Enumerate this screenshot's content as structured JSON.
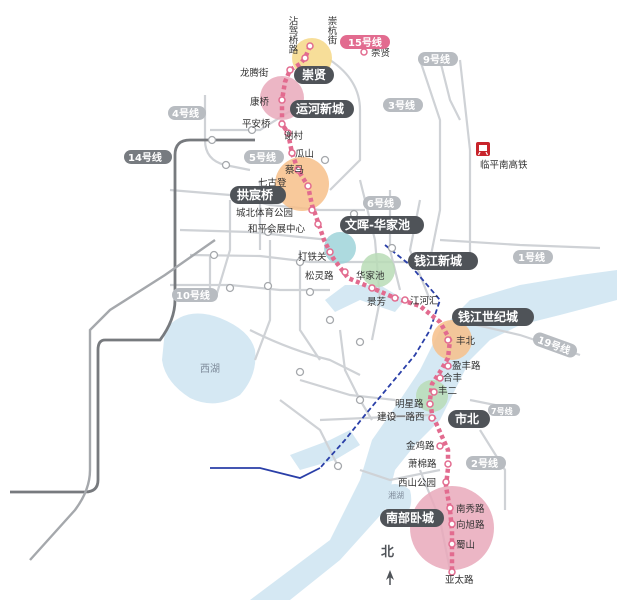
{
  "colors": {
    "line15": "#e26b8f",
    "district_bg": "#4f5358",
    "tag_gray": "#b8bcc1",
    "tag_dark": "#777b80",
    "gray_lines": "#cfd2d6",
    "line14": "#777a7e",
    "line6_blue": "#2a3fa8",
    "water": "#d5e8f3",
    "rail_icon": "#c8242b"
  },
  "icons": {
    "railway_station": "train-station-icon",
    "north_arrow": "north-arrow-icon"
  },
  "route_15": {
    "tag": "15号线",
    "stations": [
      "沾驾桥路",
      "崇杭街",
      "崇贤",
      "龙腾街",
      "康桥",
      "平安桥",
      "谢村",
      "瓜山",
      "蔡马",
      "七古登",
      "城北体育公园",
      "和平会展中心",
      "打铁关",
      "松灵路",
      "华家池",
      "景芳",
      "江河汇",
      "丰北",
      "盈丰路",
      "合丰",
      "丰二",
      "明星路",
      "建设一路西",
      "金鸡路",
      "萧棉路",
      "西山公园",
      "南秀路",
      "向旭路",
      "蜀山",
      "亚太路"
    ]
  },
  "districts": [
    "崇贤",
    "运河新城",
    "拱宸桥",
    "文晖-华家池",
    "钱江新城",
    "钱江世纪城",
    "市北",
    "南部卧城"
  ],
  "line_tags": [
    "9号线",
    "4号线",
    "3号线",
    "14号线",
    "5号线",
    "6号线",
    "1号线",
    "10号线",
    "19号线",
    "7号线",
    "2号线"
  ],
  "places": {
    "rail_station": "临平南高铁",
    "lake": "西湖",
    "water_small": "湘湖",
    "north": "北"
  }
}
